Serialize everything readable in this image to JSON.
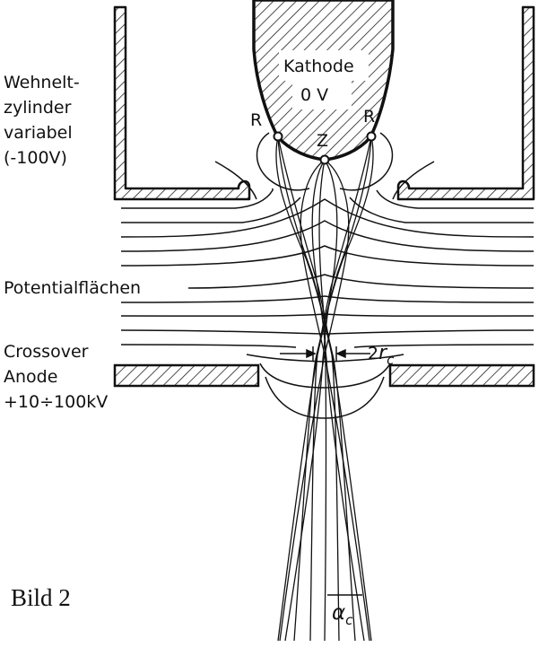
{
  "cathode": {
    "name": "Kathode",
    "voltage": "0 V"
  },
  "wehnelt": {
    "line1": "Wehnelt-",
    "line2": "zylinder",
    "line3": "variabel",
    "line4": "(-100V)"
  },
  "points": {
    "left_rim": "R",
    "right_rim": "R",
    "tip": "Z"
  },
  "potential_label": "Potentialflächen",
  "crossover": {
    "label": "Crossover",
    "size_label_prefix": "2",
    "size_label_symbol": "r",
    "size_label_sub": "c"
  },
  "anode": {
    "label": "Anode",
    "voltage": "+10÷100kV"
  },
  "angle": {
    "symbol": "α",
    "sub": "c"
  },
  "caption": "Bild 2"
}
